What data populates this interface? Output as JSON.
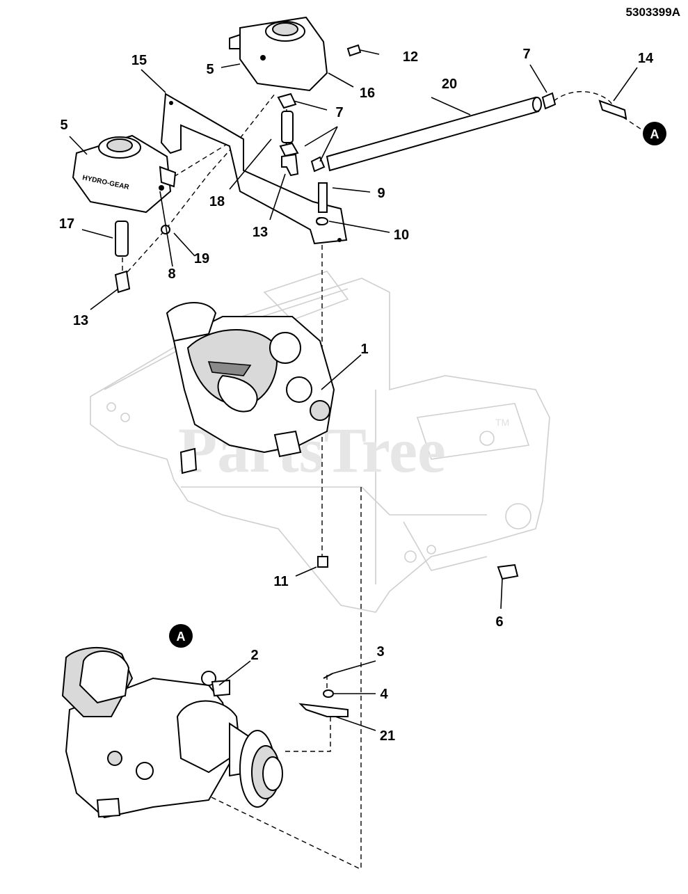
{
  "diagram": {
    "code": "5303399A",
    "watermark": "PartsTree",
    "watermark_tm": "TM",
    "reference_marker": "A",
    "reservoir_label": "HYDRO-GEAR",
    "callouts": [
      "1",
      "2",
      "3",
      "4",
      "5",
      "6",
      "7",
      "8",
      "9",
      "10",
      "11",
      "12",
      "13",
      "14",
      "15",
      "16",
      "17",
      "18",
      "19",
      "20",
      "21"
    ]
  }
}
